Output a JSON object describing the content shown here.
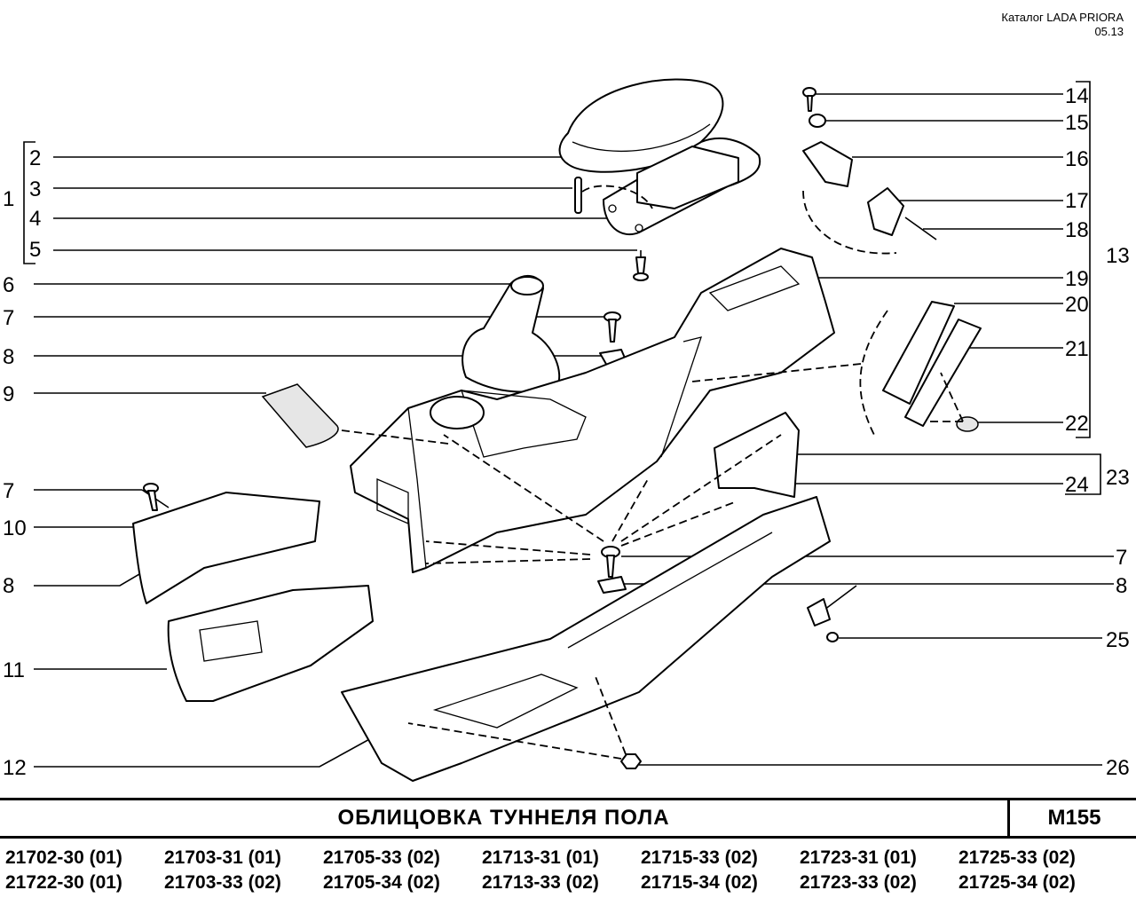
{
  "header": {
    "catalog": "Каталог  LADA  PRIORA",
    "date": "05.13"
  },
  "callouts": [
    {
      "id": "1",
      "text": "1"
    },
    {
      "id": "2",
      "text": "2"
    },
    {
      "id": "3",
      "text": "3"
    },
    {
      "id": "4",
      "text": "4"
    },
    {
      "id": "5",
      "text": "5"
    },
    {
      "id": "6",
      "text": "6"
    },
    {
      "id": "7a",
      "text": "7"
    },
    {
      "id": "8a",
      "text": "8"
    },
    {
      "id": "9",
      "text": "9"
    },
    {
      "id": "7b",
      "text": "7"
    },
    {
      "id": "10",
      "text": "10"
    },
    {
      "id": "8b",
      "text": "8"
    },
    {
      "id": "11",
      "text": "11"
    },
    {
      "id": "12",
      "text": "12"
    },
    {
      "id": "14",
      "text": "14"
    },
    {
      "id": "15",
      "text": "15"
    },
    {
      "id": "16",
      "text": "16"
    },
    {
      "id": "17",
      "text": "17"
    },
    {
      "id": "18",
      "text": "18"
    },
    {
      "id": "13",
      "text": "13"
    },
    {
      "id": "19",
      "text": "19"
    },
    {
      "id": "20",
      "text": "20"
    },
    {
      "id": "21",
      "text": "21"
    },
    {
      "id": "22",
      "text": "22"
    },
    {
      "id": "23",
      "text": "23"
    },
    {
      "id": "24",
      "text": "24"
    },
    {
      "id": "7c",
      "text": "7"
    },
    {
      "id": "8c",
      "text": "8"
    },
    {
      "id": "25",
      "text": "25"
    },
    {
      "id": "26",
      "text": "26"
    }
  ],
  "title": "ОБЛИЦОВКА   ТУННЕЛЯ   ПОЛА",
  "code": "М155",
  "models": [
    [
      "21702-30 (01)",
      "21703-31 (01)",
      "21705-33 (02)",
      "21713-31 (01)",
      "21715-33 (02)",
      "21723-31 (01)",
      "21725-33 (02)"
    ],
    [
      "21722-30 (01)",
      "21703-33 (02)",
      "21705-34 (02)",
      "21713-33 (02)",
      "21715-34 (02)",
      "21723-33 (02)",
      "21725-34 (02)"
    ]
  ]
}
